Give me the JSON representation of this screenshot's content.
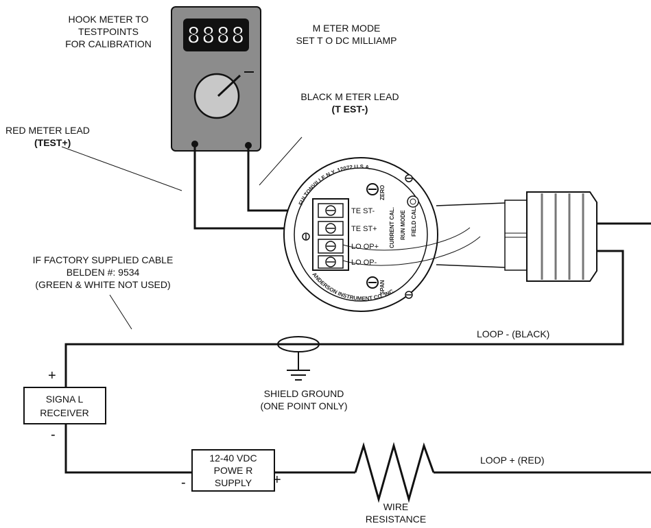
{
  "labels": {
    "hook_meter": [
      "HOOK METER TO",
      "TESTPOINTS",
      "FOR CALIBRATION"
    ],
    "meter_mode": [
      "M ETER MODE",
      "SET T O  DC MILLIAMP"
    ],
    "black_lead": [
      "BLACK M ETER LEAD",
      "(T EST-)"
    ],
    "red_lead": [
      "RED METER LEAD",
      "(TEST+)"
    ],
    "factory_cable": [
      "IF FACTORY SUPPLIED CABLE",
      "BELDEN #:  9534",
      "(GREEN & WHITE NOT USED)"
    ],
    "loop_minus": "LOOP - (BLACK)",
    "loop_plus": "LOOP + (RED)",
    "shield_ground": [
      "SHIELD GROUND",
      "(ONE POINT ONLY)"
    ],
    "wire_resistance": [
      "WIRE",
      "RESISTANCE"
    ]
  },
  "meter": {
    "display": "8888"
  },
  "terminals": [
    "TE ST-",
    "TE ST+",
    "LO OP+",
    "LO OP-"
  ],
  "transmitter": {
    "ring_text_top": "FULTONVILLE N.Y. 12072 U.S.A.",
    "ring_text_bottom": "ANDERSON INSTRUMENT CO. INC.",
    "zero": "ZERO",
    "span": "SPAN",
    "cal_labels": [
      "CURRENT CAL.",
      "RUN MODE",
      "FIELD CAL."
    ]
  },
  "signal_receiver": {
    "lines": [
      "SIGNA L",
      "RECEIVER"
    ],
    "plus": "+",
    "minus": "-"
  },
  "power_supply": {
    "lines": [
      "12-40 VDC",
      "POWE R",
      "SUPPLY"
    ],
    "plus": "+",
    "minus": "-"
  }
}
